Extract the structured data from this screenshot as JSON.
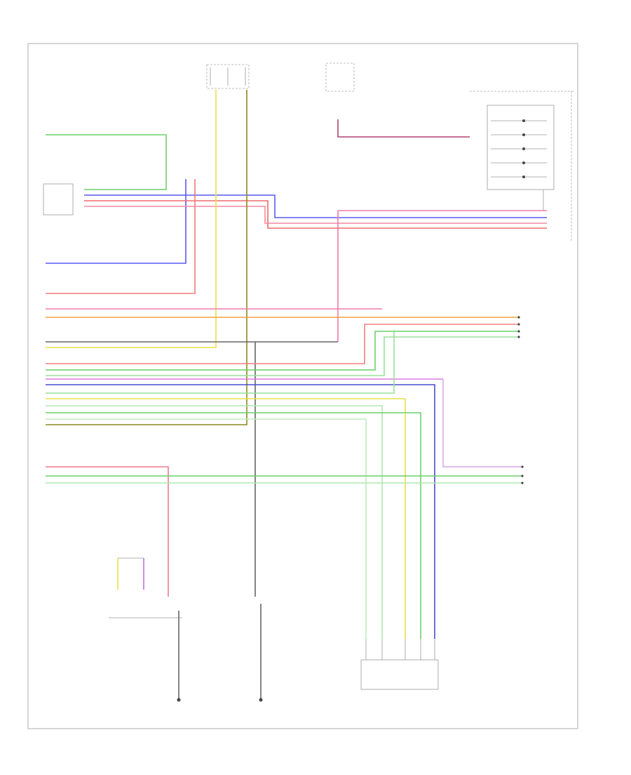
{
  "diagram": {
    "footer_code": "",
    "components": [
      {
        "id": "hot-run-fuse-top",
        "lines": [
          "",
          "",
          ""
        ]
      },
      {
        "id": "hot-fuse-right",
        "lines": [
          "",
          "",
          ""
        ]
      },
      {
        "id": "lamp-module-right",
        "lines": [
          "",
          "",
          ""
        ]
      },
      {
        "id": "sensor-left",
        "lines": [
          "",
          "",
          ""
        ]
      },
      {
        "id": "ground-left",
        "lines": [
          "",
          ""
        ]
      },
      {
        "id": "ground-middle",
        "lines": [
          "",
          ""
        ]
      },
      {
        "id": "switch-bottom-right",
        "lines": [
          "",
          ""
        ]
      }
    ],
    "colors": {
      "green": "#6ad06a",
      "blue": "#4a4af0",
      "red": "#f06a6a",
      "pink": "#f07aa8",
      "yellow": "#e8e04a",
      "orange": "#f0a040",
      "olive": "#8a8a20",
      "violet": "#c070e0",
      "light_green": "#9ae09a",
      "wine": "#b04070",
      "gray": "#777777"
    }
  }
}
